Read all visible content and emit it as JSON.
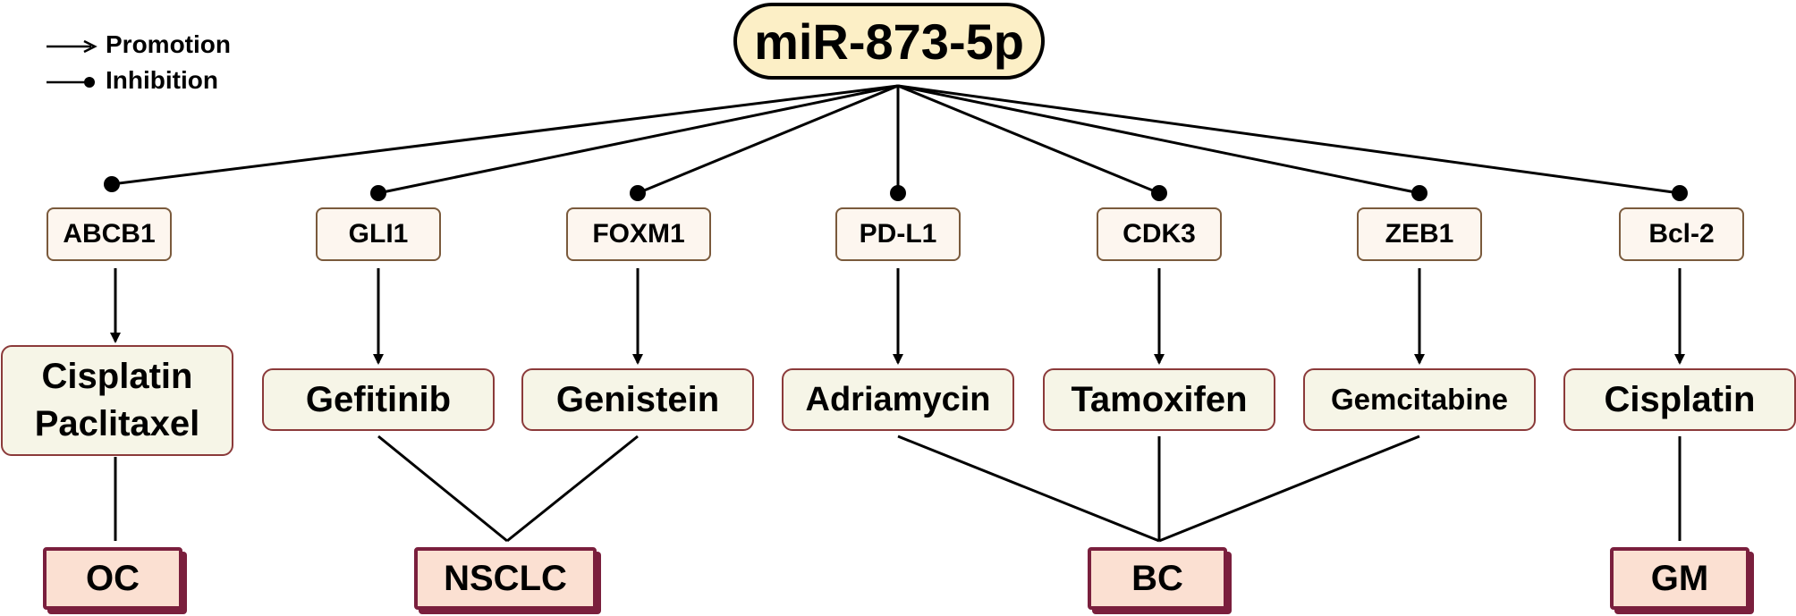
{
  "root": {
    "label": "miR-873-5p"
  },
  "legend": {
    "promotion": "Promotion",
    "inhibition": "Inhibition"
  },
  "targets": [
    "ABCB1",
    "GLI1",
    "FOXM1",
    "PD-L1",
    "CDK3",
    "ZEB1",
    "Bcl-2"
  ],
  "drugs": [
    {
      "line1": "Cisplatin",
      "line2": "Paclitaxel"
    },
    "Gefitinib",
    "Genistein",
    "Adriamycin",
    "Tamoxifen",
    "Gemcitabine",
    "Cisplatin"
  ],
  "diseases": [
    "OC",
    "NSCLC",
    "BC",
    "GM"
  ],
  "colors": {
    "root_fill": "#fcefc6",
    "target_border": "#7a5a3c",
    "drug_border": "#8b3a3a",
    "disease_border": "#7a1f3d",
    "disease_fill": "#fbe0d2"
  }
}
